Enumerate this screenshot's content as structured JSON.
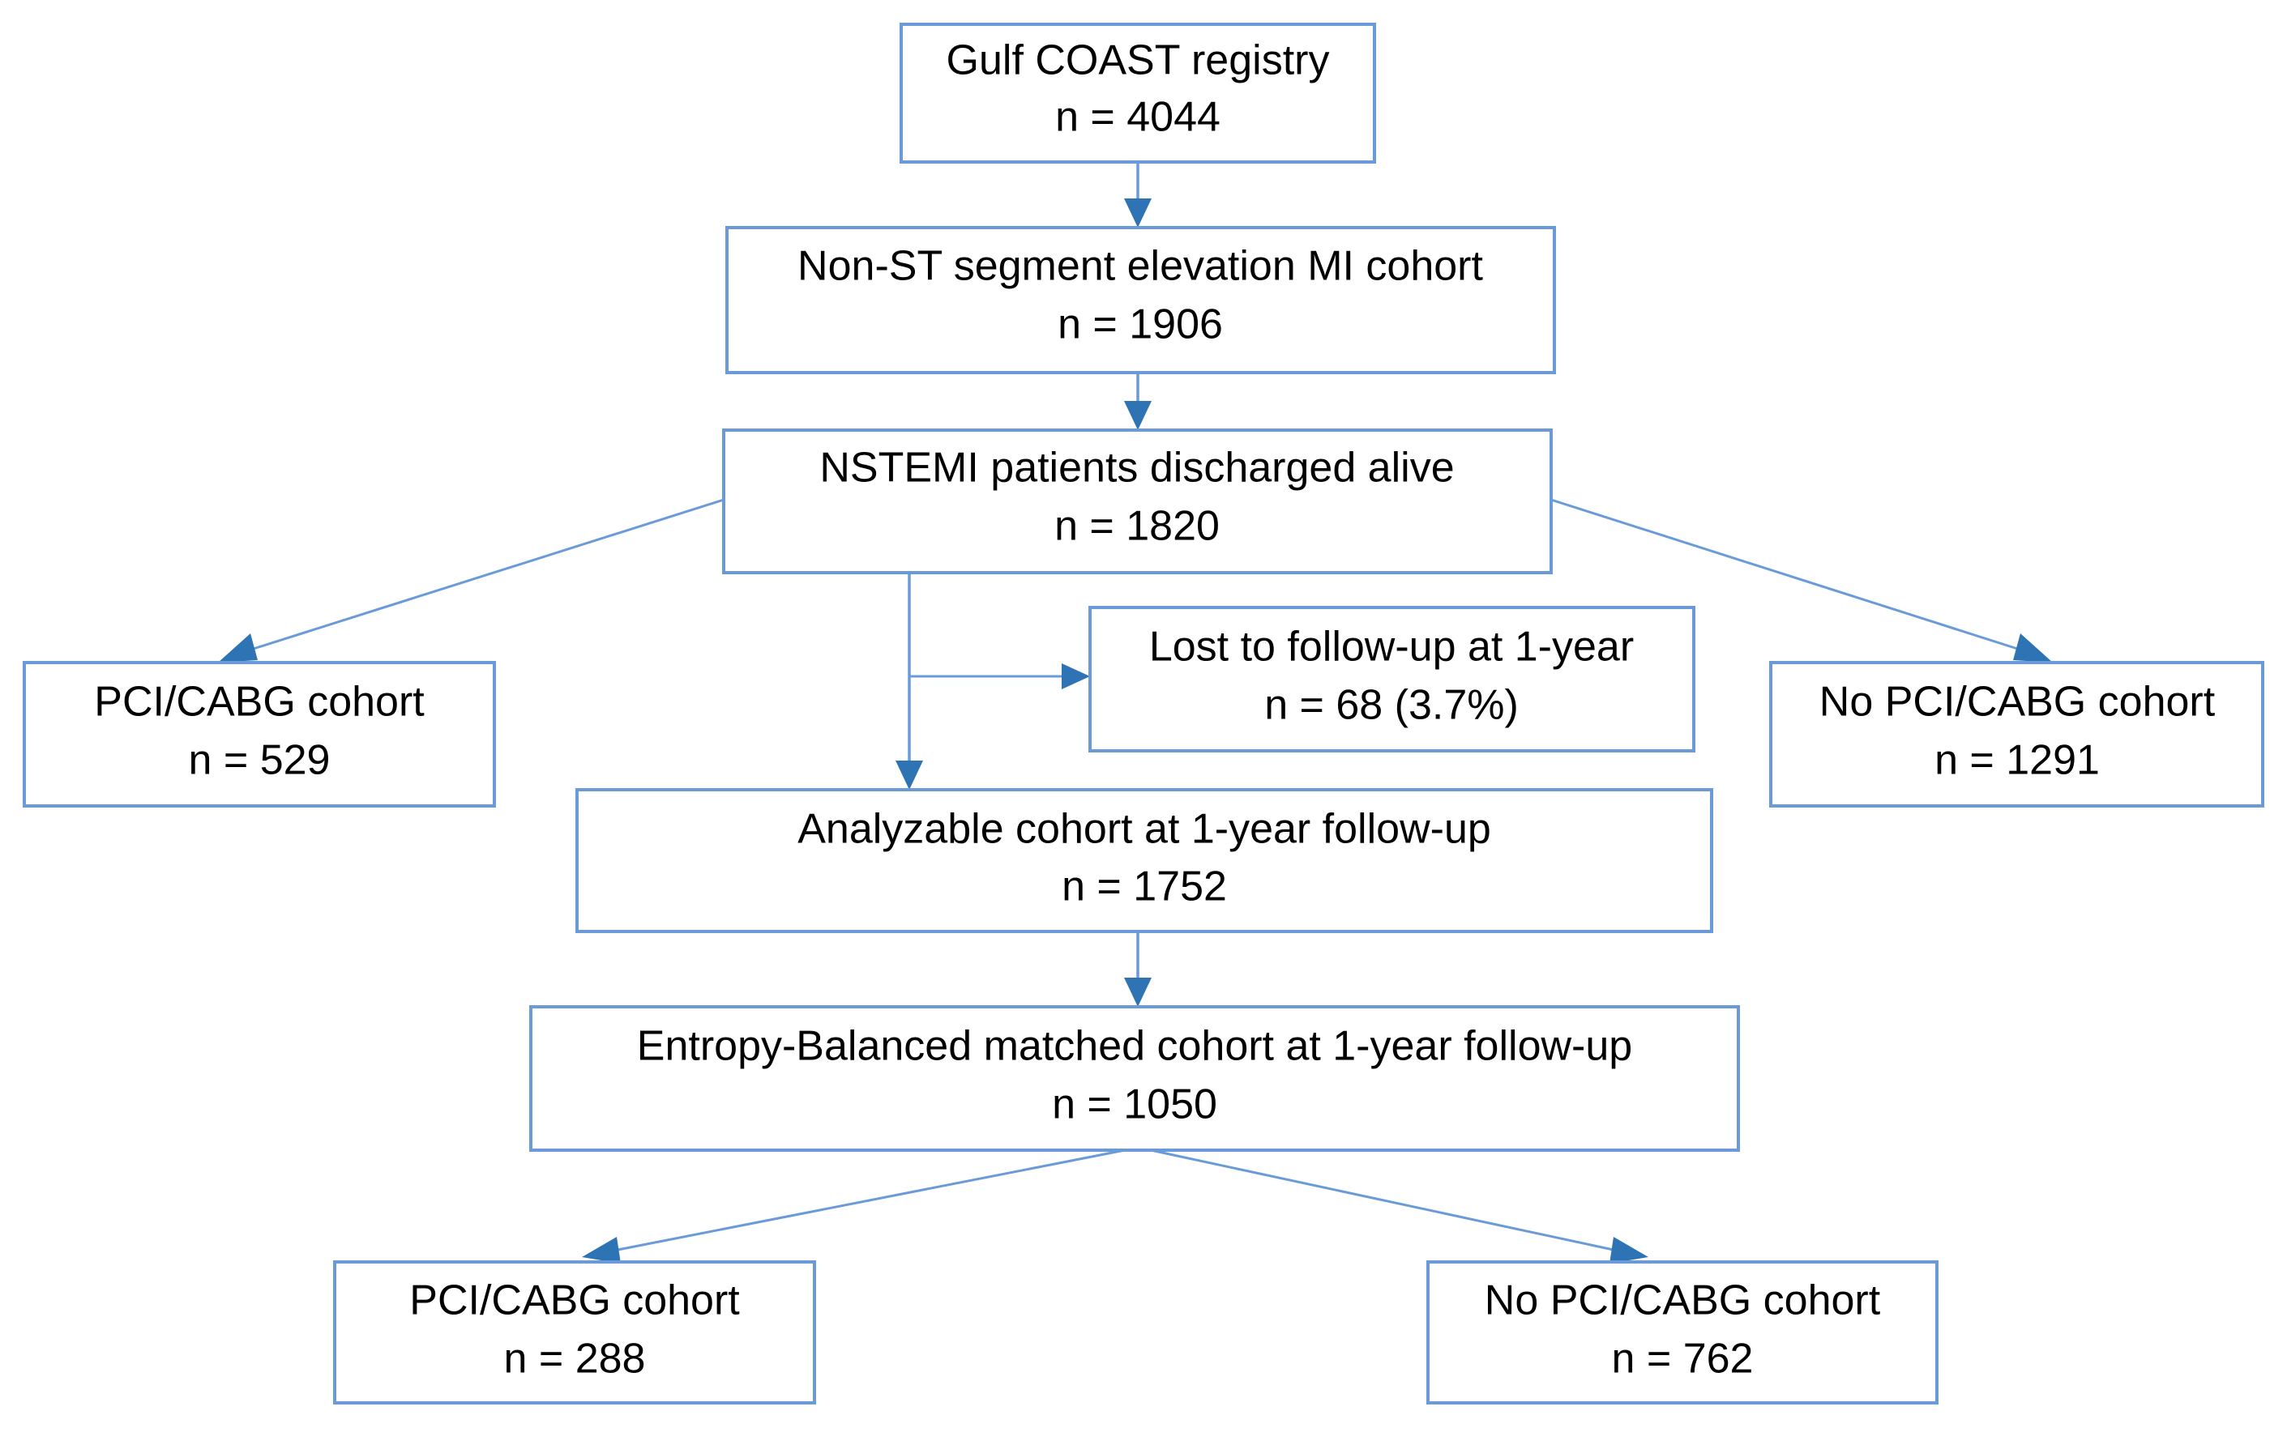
{
  "diagram": {
    "title": "Gulf COAST registry NSTEMI cohort flow diagram",
    "colors": {
      "box_border": "#6a9bd8",
      "box_fill": "#ffffff",
      "connector": "#6a9bd8",
      "arrow_head": "#2e74b5",
      "text": "#000000",
      "background": "#ffffff"
    },
    "nodes": [
      {
        "id": "registry",
        "line1": "Gulf COAST registry",
        "line2": "n = 4044",
        "count": 4044
      },
      {
        "id": "nstemi_cohort",
        "line1": "Non-ST segment elevation MI cohort",
        "line2": "n = 1906",
        "count": 1906
      },
      {
        "id": "discharged_alive",
        "line1": "NSTEMI patients discharged alive",
        "line2": "n = 1820",
        "count": 1820
      },
      {
        "id": "pci_cabg_full",
        "line1": "PCI/CABG cohort",
        "line2": "n = 529",
        "count": 529
      },
      {
        "id": "lost_followup",
        "line1": "Lost to follow-up at 1-year",
        "line2": "n = 68 (3.7%)",
        "count": 68,
        "percent": 3.7
      },
      {
        "id": "no_pci_cabg_full",
        "line1": "No PCI/CABG cohort",
        "line2": "n = 1291",
        "count": 1291
      },
      {
        "id": "analyzable",
        "line1": "Analyzable cohort at 1-year follow-up",
        "line2": "n = 1752",
        "count": 1752
      },
      {
        "id": "entropy_matched",
        "line1": "Entropy-Balanced matched cohort at 1-year follow-up",
        "line2": "n = 1050",
        "count": 1050
      },
      {
        "id": "pci_cabg_matched",
        "line1": "PCI/CABG cohort",
        "line2": "n = 288",
        "count": 288
      },
      {
        "id": "no_pci_cabg_matched",
        "line1": "No PCI/CABG cohort",
        "line2": "n = 762",
        "count": 762
      }
    ],
    "edges": [
      {
        "from": "registry",
        "to": "nstemi_cohort",
        "style": "vertical-arrow"
      },
      {
        "from": "nstemi_cohort",
        "to": "discharged_alive",
        "style": "vertical-arrow"
      },
      {
        "from": "discharged_alive",
        "to": "pci_cabg_full",
        "style": "diagonal-arrow"
      },
      {
        "from": "discharged_alive",
        "to": "no_pci_cabg_full",
        "style": "diagonal-arrow"
      },
      {
        "from": "discharged_alive",
        "to": "lost_followup",
        "style": "elbow-arrow"
      },
      {
        "from": "discharged_alive",
        "to": "analyzable",
        "style": "vertical-arrow"
      },
      {
        "from": "analyzable",
        "to": "entropy_matched",
        "style": "vertical-arrow"
      },
      {
        "from": "entropy_matched",
        "to": "pci_cabg_matched",
        "style": "diagonal-arrow"
      },
      {
        "from": "entropy_matched",
        "to": "no_pci_cabg_matched",
        "style": "diagonal-arrow"
      }
    ]
  }
}
